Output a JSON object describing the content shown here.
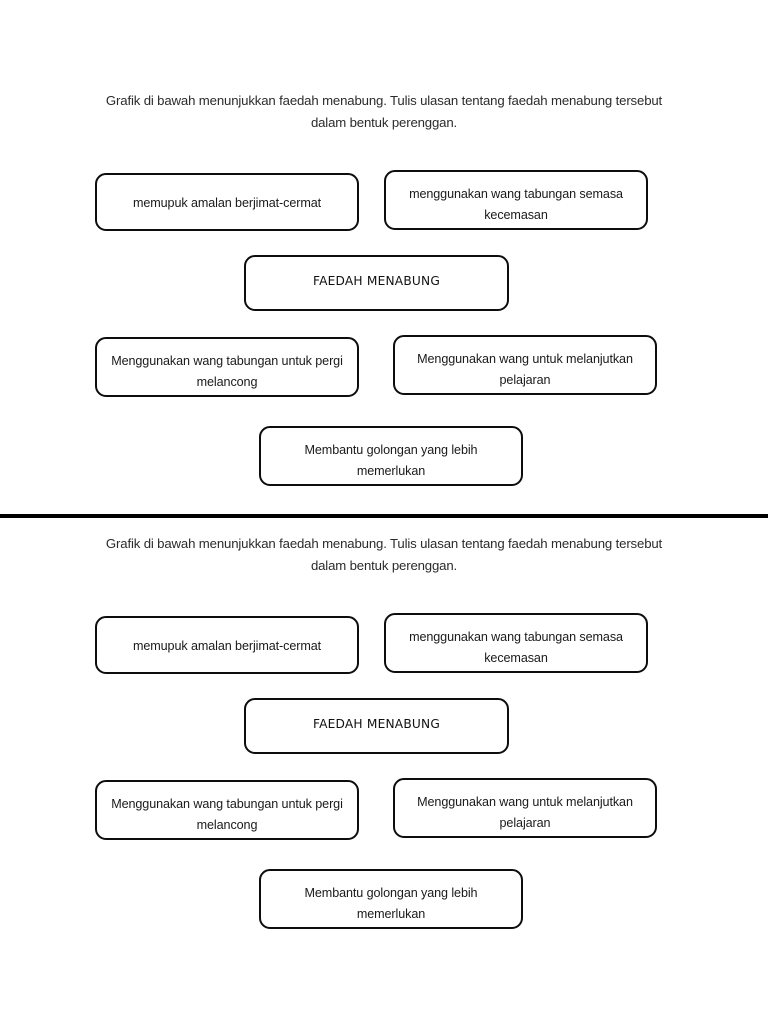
{
  "document": {
    "background_color": "#ffffff",
    "ink_color": "#000000"
  },
  "divider": {
    "name": "horizontal-rule",
    "color": "#000000"
  },
  "sections": [
    {
      "id": "section-1",
      "heading": "Grafik di bawah menunjukkan faedah menabung. Tulis ulasan tentang faedah menabung tersebut dalam bentuk perenggan.",
      "diagram": {
        "center": "FAEDAH MENABUNG",
        "nodes": {
          "row1_left": "memupuk amalan berjimat-cermat",
          "row1_right": "menggunakan wang tabungan semasa kecemasan",
          "row3_left": "Menggunakan wang tabungan untuk pergi melancong",
          "row3_right": "Menggunakan wang untuk melanjutkan pelajaran",
          "row4_center": "Membantu golongan yang lebih memerlukan"
        }
      }
    },
    {
      "id": "section-2",
      "heading": "Grafik di bawah menunjukkan faedah menabung. Tulis ulasan tentang faedah menabung tersebut dalam bentuk perenggan.",
      "diagram": {
        "center": "FAEDAH MENABUNG",
        "nodes": {
          "row1_left": "memupuk amalan berjimat-cermat",
          "row1_right": "menggunakan wang tabungan semasa kecemasan",
          "row3_left": "Menggunakan wang tabungan untuk pergi melancong",
          "row3_right": "Menggunakan wang untuk melanjutkan pelajaran",
          "row4_center": "Membantu golongan yang lebih memerlukan"
        }
      }
    }
  ]
}
